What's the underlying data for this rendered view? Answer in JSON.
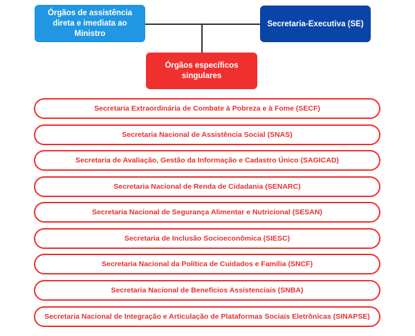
{
  "boxes": {
    "assistance": "Órgãos de assistência direta e imediata ao Ministro",
    "executive": "Secretaria-Executiva  (SE)",
    "specific": "Órgãos específicos singulares"
  },
  "secretariats": [
    "Secretaria Extraordinária de Combate à Pobreza e à Fome (SECF)",
    "Secretaria Nacional de Assistência Social (SNAS)",
    "Secretaria de Avaliação, Gestão da Informação e Cadastro Único (SAGICAD)",
    "Secretaria Nacional de Renda de Cidadania (SENARC)",
    "Secretaria Nacional de Segurança Alimentar e Nutricional (SESAN)",
    "Secretaria de Inclusão Socioeconômica (SIESC)",
    "Secretaria Nacional da Política de Cuidados e Família (SNCF)",
    "Secretaria Nacional de Benefícios Assistenciais (SNBA)",
    "Secretaria Nacional de Integração e Articulação de Plataformas Sociais Eletrônicas (SINAPSE)"
  ],
  "colors": {
    "assistance_box": "#2196e3",
    "executive_box": "#0a44a6",
    "specific_box": "#f0302f",
    "secretariat_border": "#f0302f",
    "connector": "#333333"
  }
}
